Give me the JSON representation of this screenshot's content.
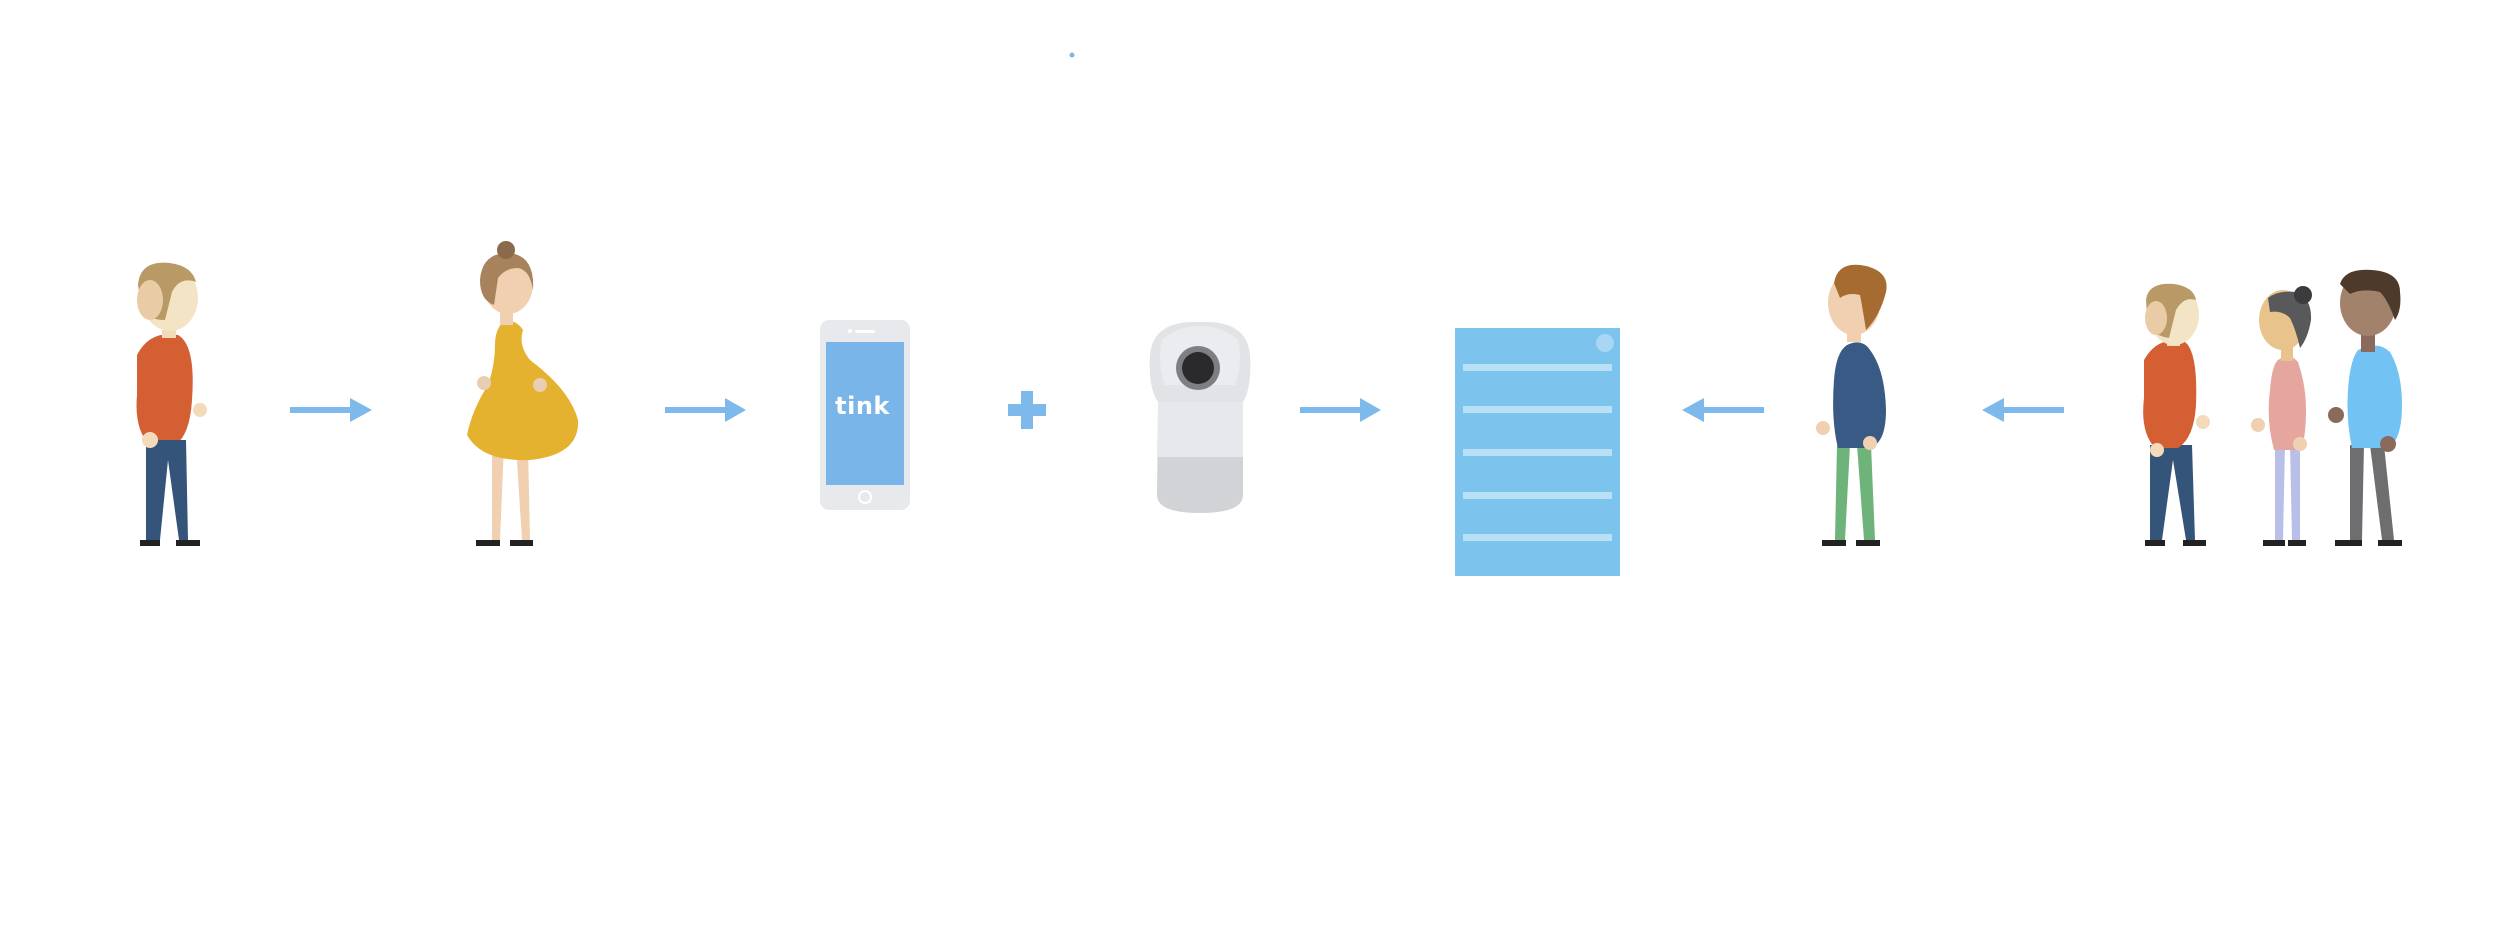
{
  "diagram": {
    "phone_screen_text": "tink",
    "accent_color": "#7db9ea",
    "background_color": "#ffffff",
    "flow": [
      {
        "node": "person-boy-red-sweater",
        "type": "person"
      },
      {
        "connector": "arrow-right"
      },
      {
        "node": "person-woman-yellow-dress",
        "type": "person"
      },
      {
        "connector": "arrow-right"
      },
      {
        "node": "smartphone",
        "type": "device"
      },
      {
        "connector": "plus"
      },
      {
        "node": "camera-device",
        "type": "device"
      },
      {
        "connector": "arrow-right"
      },
      {
        "node": "document-list",
        "type": "document"
      },
      {
        "connector": "arrow-left"
      },
      {
        "node": "person-man-navy-sweater",
        "type": "person"
      },
      {
        "connector": "arrow-left"
      },
      {
        "node": "group-of-three-people",
        "type": "group"
      }
    ]
  }
}
